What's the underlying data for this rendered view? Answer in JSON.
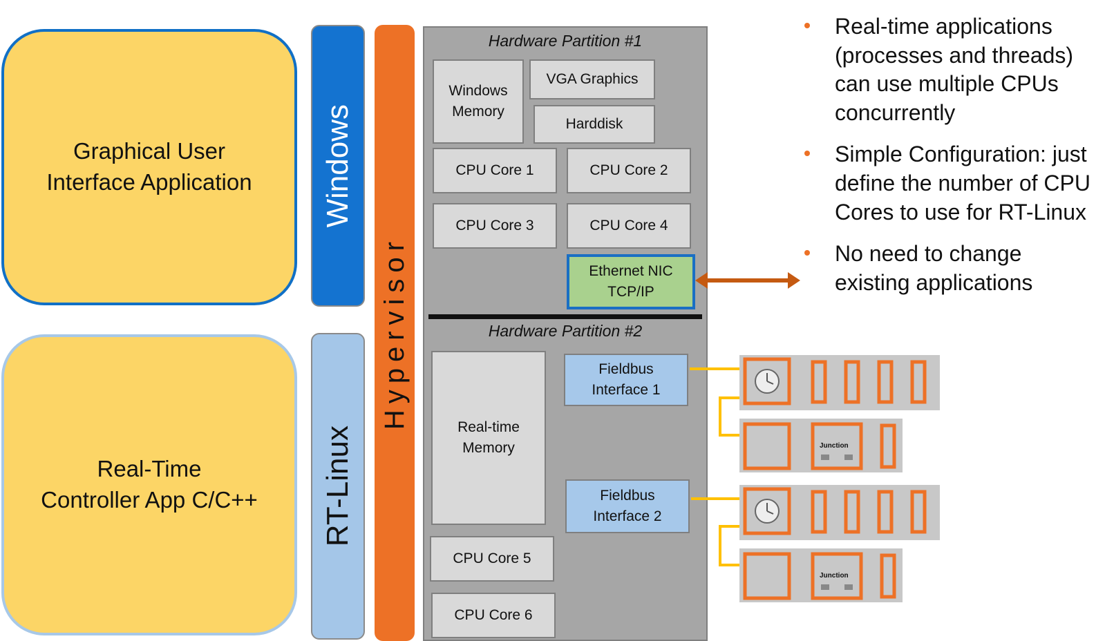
{
  "applications": {
    "gui": {
      "line1": "Graphical User",
      "line2": "Interface Application"
    },
    "realtime": {
      "line1": "Real-Time",
      "line2": "Controller App C/C++"
    }
  },
  "os": {
    "windows": "Windows",
    "rtlinux": "RT-Linux"
  },
  "hypervisor": "Hypervisor",
  "partition1": {
    "title": "Hardware Partition #1",
    "windows_memory": {
      "line1": "Windows",
      "line2": "Memory"
    },
    "vga": "VGA Graphics",
    "harddisk": "Harddisk",
    "cpu1": "CPU Core 1",
    "cpu2": "CPU Core 2",
    "cpu3": "CPU Core 3",
    "cpu4": "CPU Core 4",
    "nic": {
      "line1": "Ethernet NIC",
      "line2": "TCP/IP"
    }
  },
  "partition2": {
    "title": "Hardware Partition #2",
    "rt_memory": {
      "line1": "Real-time",
      "line2": "Memory"
    },
    "fieldbus1": {
      "line1": "Fieldbus",
      "line2": "Interface 1"
    },
    "fieldbus2": {
      "line1": "Fieldbus",
      "line2": "Interface 2"
    },
    "cpu5": "CPU Core 5",
    "cpu6": "CPU Core 6"
  },
  "io_modules": {
    "junction_label": "Junction"
  },
  "bullets": [
    "Real-time applications (processes and threads) can use multiple CPUs concurrently",
    "Simple Configuration: just define the number of CPU Cores to use for RT-Linux",
    "No need to change existing applications"
  ],
  "colors": {
    "app_fill": "#fcd566",
    "windows_blue": "#1473d0",
    "rtlinux_blue": "#a4c6e8",
    "hypervisor_orange": "#ed7126",
    "hardware_gray": "#a6a6a6",
    "nic_green": "#a9d18e",
    "arrow": "#c55a11",
    "fieldbus_line": "#ffc000"
  }
}
